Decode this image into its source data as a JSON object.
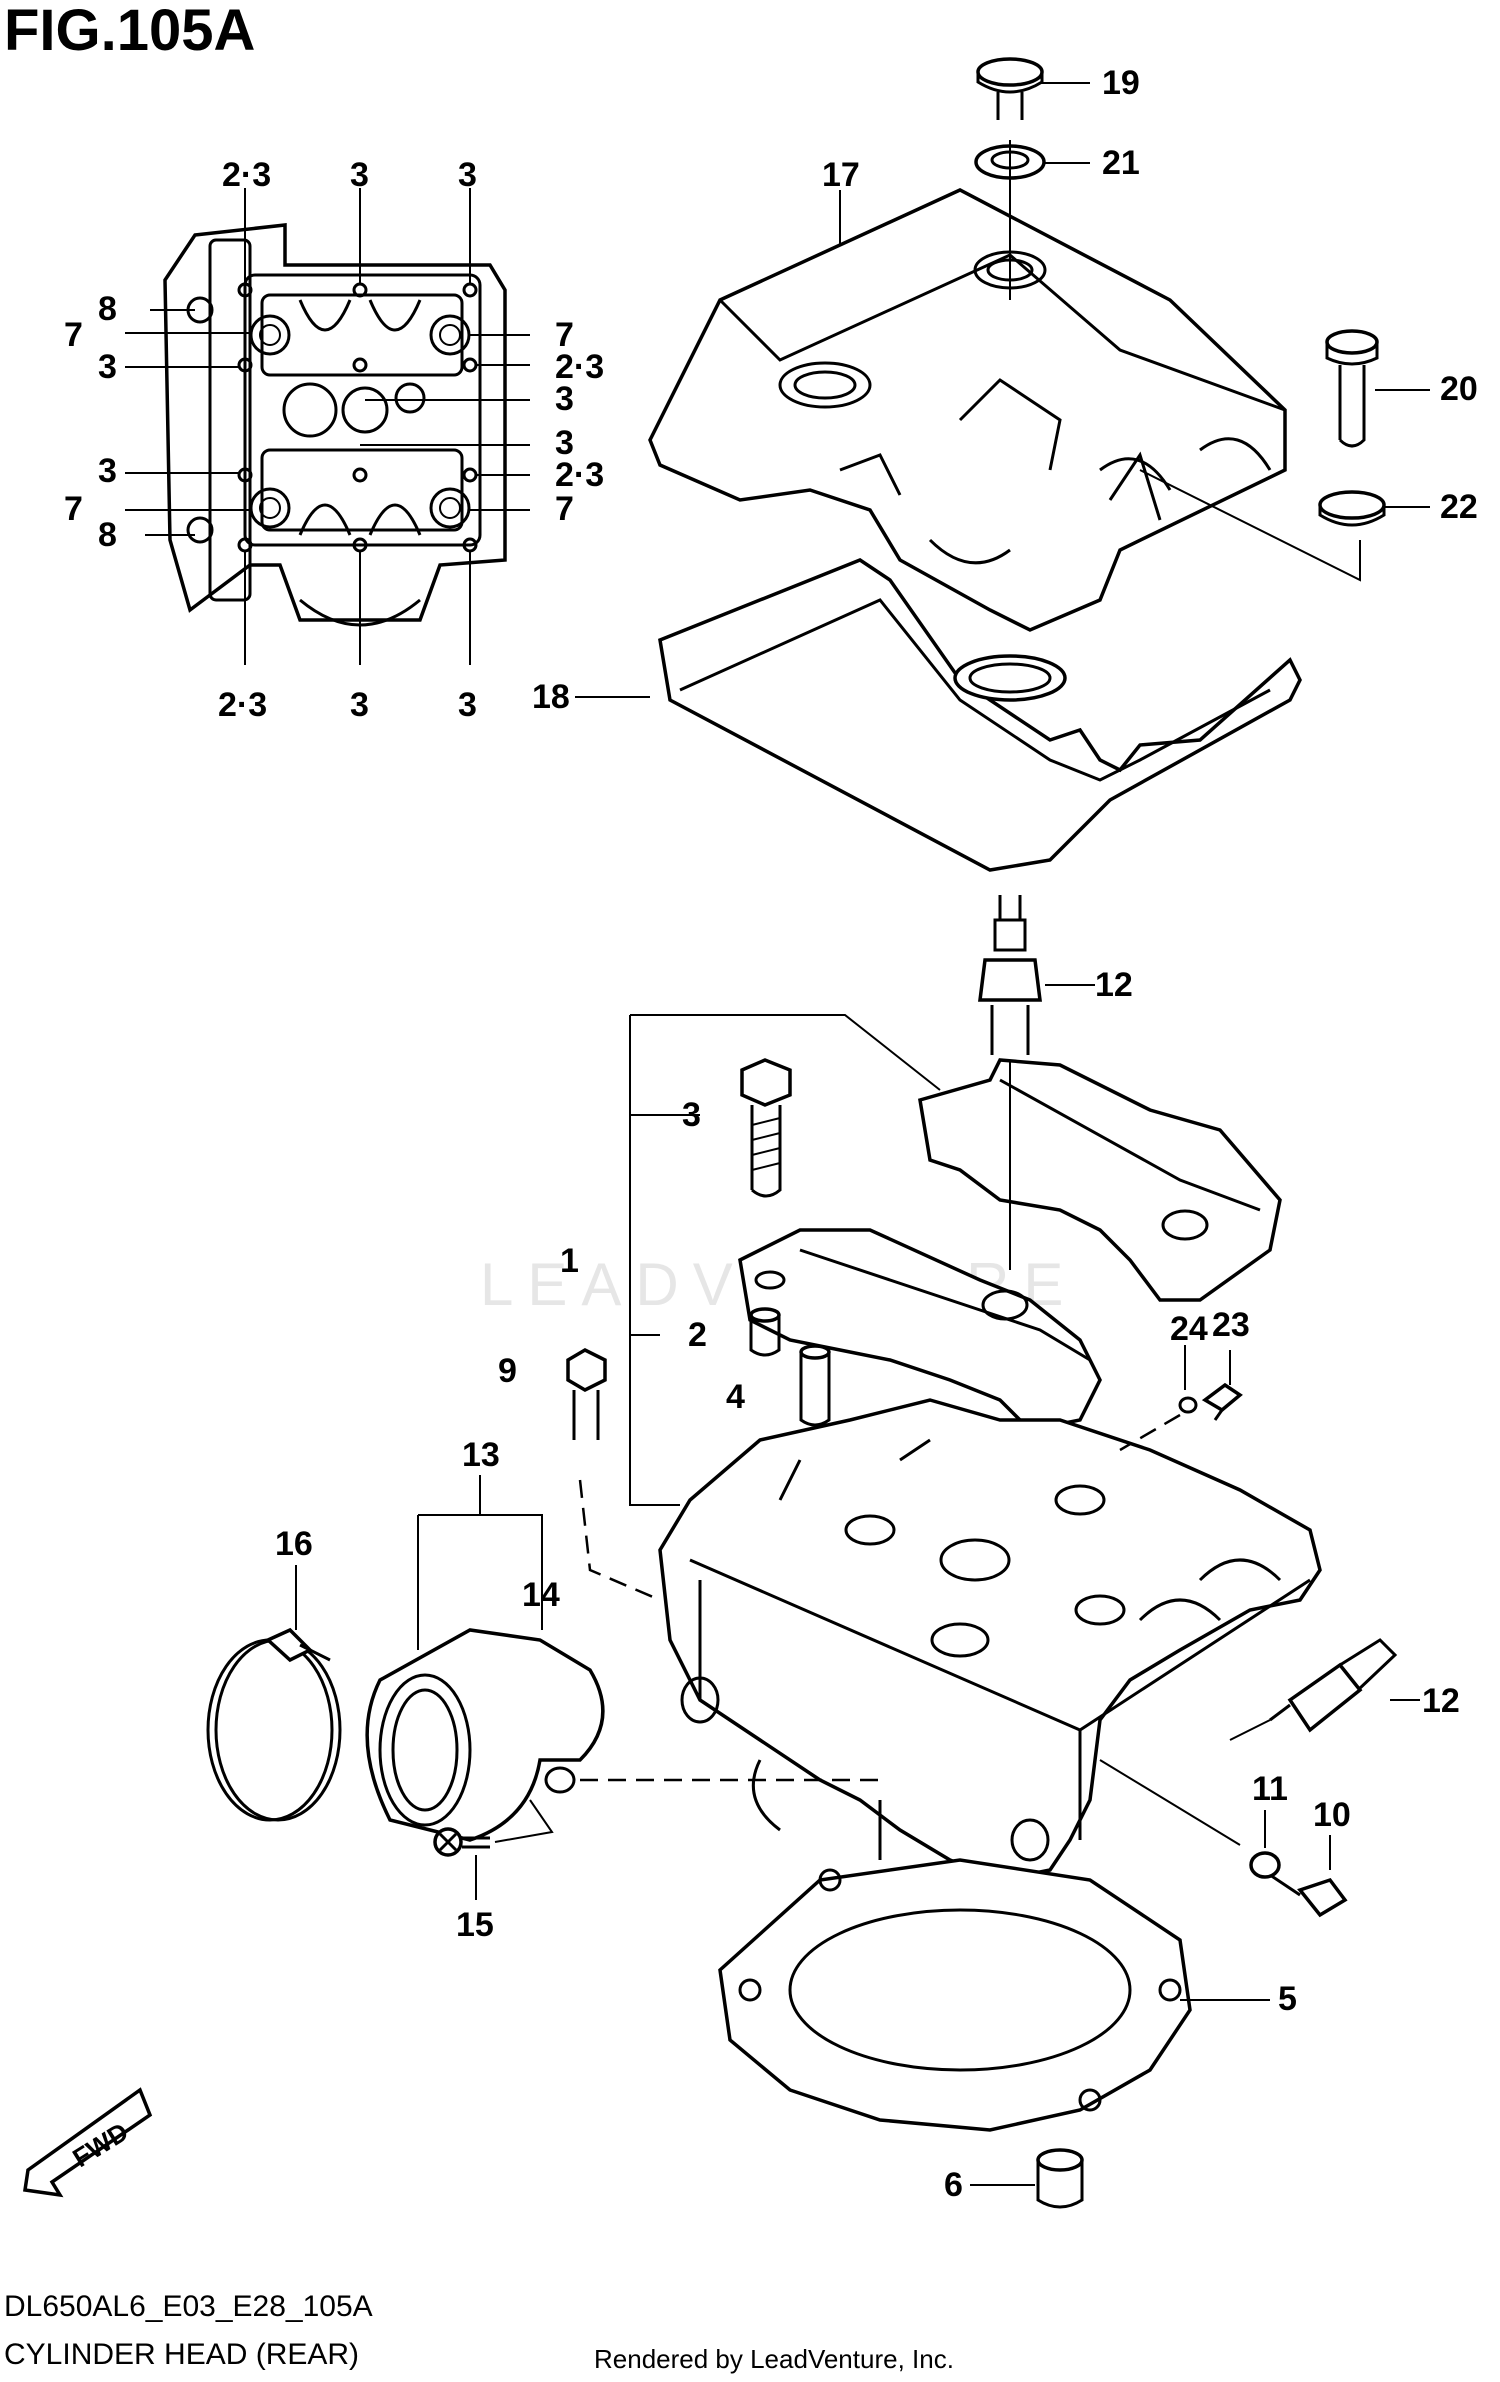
{
  "figure": {
    "title": "FIG.105A",
    "code": "DL650AL6_E03_E28_105A",
    "name": "CYLINDER HEAD (REAR)",
    "render_credit": "Rendered by LeadVenture, Inc.",
    "watermark": "LEADVENTURE"
  },
  "inset_labels": {
    "top_left": "2·3",
    "top_mid": "3",
    "top_right": "3",
    "l8a": "8",
    "l7a": "7",
    "l3a": "3",
    "l3b": "3",
    "l7b": "7",
    "l8b": "8",
    "r7a": "7",
    "r23a": "2·3",
    "r3a": "3",
    "r3b": "3",
    "r23b": "2·3",
    "r7b": "7",
    "bot_left": "2·3",
    "bot_mid": "3",
    "bot_right": "3"
  },
  "callouts": {
    "p1": "1",
    "p2": "2",
    "p3": "3",
    "p4": "4",
    "p5": "5",
    "p6": "6",
    "p9": "9",
    "p10": "10",
    "p11": "11",
    "p12a": "12",
    "p12b": "12",
    "p13": "13",
    "p14": "14",
    "p15": "15",
    "p16": "16",
    "p17": "17",
    "p18": "18",
    "p19": "19",
    "p20": "20",
    "p21": "21",
    "p22": "22",
    "p23": "23",
    "p24": "24"
  },
  "icons": {
    "fwd": "FWD"
  }
}
